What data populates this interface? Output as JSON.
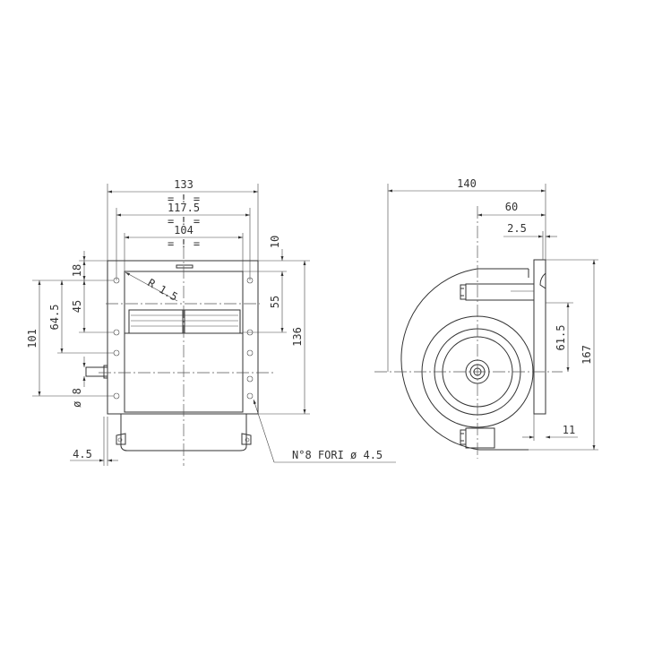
{
  "front_view": {
    "dims": {
      "width_overall": "133",
      "hole_spacing": "117.5",
      "inner_width": "104",
      "equal_mark": "= ! =",
      "top_offset": "18",
      "hole_pitch_1": "45",
      "hole_pitch_2": "64.5",
      "hole_pitch_3": "101",
      "shaft_dia": "ø 8",
      "side_offset": "4.5",
      "top_gap": "10",
      "outlet_height": "55",
      "overall_height": "136",
      "radius": "R 1.5"
    },
    "note": "N°8 FORI ø 4.5"
  },
  "side_view": {
    "dims": {
      "overall_depth": "140",
      "axis_to_flange": "60",
      "flange_thickness": "2.5",
      "axis_offset": "61.5",
      "overall_height": "167",
      "flange_depth": "11"
    }
  }
}
